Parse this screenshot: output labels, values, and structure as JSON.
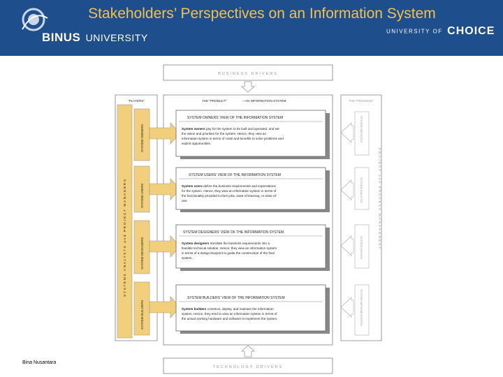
{
  "slide": {
    "title": "Stakeholders’ Perspectives on an Information System",
    "university_name": "BINUS",
    "university_word": "UNIVERSITY",
    "right_logo_prefix": "UNIVERSITY OF",
    "right_logo_word": "CHOICE",
    "footer_credit": "Bina Nusantara"
  },
  "diagram": {
    "business_drivers": "BUSINESS DRIVERS",
    "technology_drivers": "TECHNOLOGY DRIVERS",
    "players_header": "\"PLAYERS\"",
    "product_header_a": "THE \"PRODUCT\"",
    "product_header_b": "—AN INFORMATION SYSTEM",
    "process_header": "THE \"PROCESS\"",
    "players_side_label": "SYSTEMS ANALYSTS and PROJECT MANAGERS",
    "process_side_label": "PROJECT and PROCESS MANAGEMENT",
    "views": [
      {
        "role_tab": "SYSTEM OWNERS",
        "title": "SYSTEM OWNERS' VIEW OF THE INFORMATION SYSTEM",
        "lead": "System owners",
        "line1": " pay for the system to be built and operated, and set",
        "line2": "the vision and priorities for the system. Hence, they view an",
        "line3": "information system in terms of costs and benefits to solve problems and",
        "line4": "exploit opportunities.",
        "process_tab": "SYSTEM INITIATION"
      },
      {
        "role_tab": "SYSTEM USERS",
        "title": "SYSTEM USERS' VIEW OF THE INFORMATION SYSTEM",
        "lead": "System users",
        "line1": " define the business requirements and expectations",
        "line2": "for the system. Hence, they view an information system in terms of",
        "line3": "the functionality provided to their jobs, ease-of-learning, or ease-of-",
        "line4": "use.",
        "process_tab": "SYSTEM ANALYSIS"
      },
      {
        "role_tab": "SYSTEM DESIGNERS",
        "title": "SYSTEM DESIGNERS' VIEW OF THE INFORMATION SYSTEM",
        "lead": "System designers",
        "line1": " translate the business requirements into a",
        "line2": "feasible technical solution. Hence, they view an information system",
        "line3": "in terms of a design blueprint to guide the construction of the final",
        "line4": "system.",
        "process_tab": "SYSTEM DESIGN"
      },
      {
        "role_tab": "SYSTEM BUILDERS",
        "title": "SYSTEM BUILDERS' VIEW OF THE INFORMATION SYSTEM",
        "lead": "System builders",
        "line1": " construct, deploy, and maintain the information",
        "line2": "system. Hence, they tend to view an information system in terms of",
        "line3": "the actual working hardware and software to implement the system.",
        "line4": "",
        "process_tab": "SYSTEM IMPLEMENTATION"
      }
    ]
  }
}
